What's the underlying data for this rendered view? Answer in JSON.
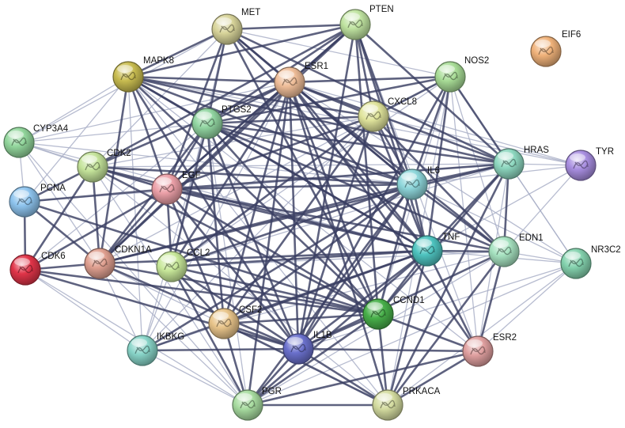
{
  "colors": {
    "background": "#ffffff",
    "label": "#111111",
    "edge_strong": "#3a3f63",
    "edge_light": "#aab0c8",
    "edge_faint": "#cfd3e2"
  },
  "network": {
    "nodes": [
      {
        "id": "MET",
        "label": "MET",
        "color": "#d8d49a"
      },
      {
        "id": "PTEN",
        "label": "PTEN",
        "color": "#bfe3a0"
      },
      {
        "id": "EIF6",
        "label": "EIF6",
        "color": "#f0b27a"
      },
      {
        "id": "MAPK8",
        "label": "MAPK8",
        "color": "#c8bc50"
      },
      {
        "id": "ESR1",
        "label": "ESR1",
        "color": "#efbd98"
      },
      {
        "id": "NOS2",
        "label": "NOS2",
        "color": "#a8dc96"
      },
      {
        "id": "CXCL8",
        "label": "CXCL8",
        "color": "#e0e49c"
      },
      {
        "id": "PTGS2",
        "label": "PTGS2",
        "color": "#92d6a2"
      },
      {
        "id": "CYP3A4",
        "label": "CYP3A4",
        "color": "#92d69c"
      },
      {
        "id": "CDK2",
        "label": "CDK2",
        "color": "#c4e39a"
      },
      {
        "id": "HRAS",
        "label": "HRAS",
        "color": "#8ed8c0"
      },
      {
        "id": "TYR",
        "label": "TYR",
        "color": "#a88ee0"
      },
      {
        "id": "PCNA",
        "label": "PCNA",
        "color": "#8ec4ee"
      },
      {
        "id": "EGF",
        "label": "EGF",
        "color": "#eca0a8"
      },
      {
        "id": "IL6",
        "label": "IL6",
        "color": "#8ed6da"
      },
      {
        "id": "CDK6",
        "label": "CDK6",
        "color": "#e03448"
      },
      {
        "id": "CDKN1A",
        "label": "CDKN1A",
        "color": "#e0a090"
      },
      {
        "id": "CCL2",
        "label": "CCL2",
        "color": "#c8e89a"
      },
      {
        "id": "TNF",
        "label": "TNF",
        "color": "#4ec4c0"
      },
      {
        "id": "EDN1",
        "label": "EDN1",
        "color": "#a6e2c0"
      },
      {
        "id": "NR3C2",
        "label": "NR3C2",
        "color": "#84d2ae"
      },
      {
        "id": "CSF2",
        "label": "CSF2",
        "color": "#e8c48a"
      },
      {
        "id": "CCND1",
        "label": "CCND1",
        "color": "#48b04a"
      },
      {
        "id": "IKBKG",
        "label": "IKBKG",
        "color": "#88d4c8"
      },
      {
        "id": "IL1B",
        "label": "IL1B",
        "color": "#6a70cc"
      },
      {
        "id": "ESR2",
        "label": "ESR2",
        "color": "#e0a0a0"
      },
      {
        "id": "PGR",
        "label": "PGR",
        "color": "#a8dca0"
      },
      {
        "id": "PRKACA",
        "label": "PRKACA",
        "color": "#d4dca0"
      }
    ],
    "strong_edges": [
      [
        "MET",
        "MAPK8"
      ],
      [
        "MET",
        "ESR1"
      ],
      [
        "MET",
        "PTEN"
      ],
      [
        "MET",
        "EGF"
      ],
      [
        "MET",
        "HRAS"
      ],
      [
        "MET",
        "IL6"
      ],
      [
        "MET",
        "CCND1"
      ],
      [
        "MET",
        "PTGS2"
      ],
      [
        "MET",
        "TNF"
      ],
      [
        "PTEN",
        "ESR1"
      ],
      [
        "PTEN",
        "MAPK8"
      ],
      [
        "PTEN",
        "CDKN1A"
      ],
      [
        "PTEN",
        "CCND1"
      ],
      [
        "PTEN",
        "EGF"
      ],
      [
        "PTEN",
        "IL6"
      ],
      [
        "PTEN",
        "TNF"
      ],
      [
        "PTEN",
        "HRAS"
      ],
      [
        "PTEN",
        "PTGS2"
      ],
      [
        "PTEN",
        "CDK2"
      ],
      [
        "PTEN",
        "CXCL8"
      ],
      [
        "PTEN",
        "IL1B"
      ],
      [
        "MAPK8",
        "ESR1"
      ],
      [
        "MAPK8",
        "PTGS2"
      ],
      [
        "MAPK8",
        "EGF"
      ],
      [
        "MAPK8",
        "IL6"
      ],
      [
        "MAPK8",
        "TNF"
      ],
      [
        "MAPK8",
        "CCND1"
      ],
      [
        "MAPK8",
        "CDKN1A"
      ],
      [
        "MAPK8",
        "HRAS"
      ],
      [
        "MAPK8",
        "IL1B"
      ],
      [
        "MAPK8",
        "CXCL8"
      ],
      [
        "ESR1",
        "PTGS2"
      ],
      [
        "ESR1",
        "EGF"
      ],
      [
        "ESR1",
        "IL6"
      ],
      [
        "ESR1",
        "TNF"
      ],
      [
        "ESR1",
        "CCND1"
      ],
      [
        "ESR1",
        "CDKN1A"
      ],
      [
        "ESR1",
        "CDK2"
      ],
      [
        "ESR1",
        "HRAS"
      ],
      [
        "ESR1",
        "PGR"
      ],
      [
        "ESR1",
        "ESR2"
      ],
      [
        "ESR1",
        "IL1B"
      ],
      [
        "ESR1",
        "CXCL8"
      ],
      [
        "ESR1",
        "NOS2"
      ],
      [
        "ESR1",
        "CCL2"
      ],
      [
        "ESR1",
        "CSF2"
      ],
      [
        "ESR1",
        "PRKACA"
      ],
      [
        "ESR1",
        "EDN1"
      ],
      [
        "NOS2",
        "IL6"
      ],
      [
        "NOS2",
        "TNF"
      ],
      [
        "NOS2",
        "IL1B"
      ],
      [
        "NOS2",
        "PTGS2"
      ],
      [
        "NOS2",
        "CXCL8"
      ],
      [
        "NOS2",
        "HRAS"
      ],
      [
        "CXCL8",
        "IL6"
      ],
      [
        "CXCL8",
        "TNF"
      ],
      [
        "CXCL8",
        "IL1B"
      ],
      [
        "CXCL8",
        "PTGS2"
      ],
      [
        "CXCL8",
        "CCL2"
      ],
      [
        "CXCL8",
        "EGF"
      ],
      [
        "CXCL8",
        "CSF2"
      ],
      [
        "CXCL8",
        "EDN1"
      ],
      [
        "PTGS2",
        "IL6"
      ],
      [
        "PTGS2",
        "TNF"
      ],
      [
        "PTGS2",
        "IL1B"
      ],
      [
        "PTGS2",
        "EGF"
      ],
      [
        "PTGS2",
        "CCND1"
      ],
      [
        "PTGS2",
        "CDKN1A"
      ],
      [
        "PTGS2",
        "CCL2"
      ],
      [
        "PTGS2",
        "HRAS"
      ],
      [
        "PTGS2",
        "CSF2"
      ],
      [
        "PTGS2",
        "EDN1"
      ],
      [
        "CDK2",
        "CDK6"
      ],
      [
        "CDK2",
        "CDKN1A"
      ],
      [
        "CDK2",
        "CCND1"
      ],
      [
        "CDK2",
        "PCNA"
      ],
      [
        "CDK2",
        "EGF"
      ],
      [
        "CDK2",
        "IL6"
      ],
      [
        "CDK2",
        "TNF"
      ],
      [
        "PCNA",
        "CDK6"
      ],
      [
        "PCNA",
        "CDKN1A"
      ],
      [
        "PCNA",
        "CCND1"
      ],
      [
        "PCNA",
        "EGF"
      ],
      [
        "CDK6",
        "CDKN1A"
      ],
      [
        "CDK6",
        "CCND1"
      ],
      [
        "CDK6",
        "EGF"
      ],
      [
        "CDK6",
        "IL1B"
      ],
      [
        "CDKN1A",
        "CCND1"
      ],
      [
        "CDKN1A",
        "EGF"
      ],
      [
        "CDKN1A",
        "IL6"
      ],
      [
        "CDKN1A",
        "TNF"
      ],
      [
        "CDKN1A",
        "HRAS"
      ],
      [
        "CDKN1A",
        "IL1B"
      ],
      [
        "EGF",
        "IL6"
      ],
      [
        "EGF",
        "TNF"
      ],
      [
        "EGF",
        "CCND1"
      ],
      [
        "EGF",
        "IL1B"
      ],
      [
        "EGF",
        "HRAS"
      ],
      [
        "EGF",
        "CCL2"
      ],
      [
        "EGF",
        "CSF2"
      ],
      [
        "EGF",
        "EDN1"
      ],
      [
        "IL6",
        "TNF"
      ],
      [
        "IL6",
        "IL1B"
      ],
      [
        "IL6",
        "CCL2"
      ],
      [
        "IL6",
        "CSF2"
      ],
      [
        "IL6",
        "CCND1"
      ],
      [
        "IL6",
        "HRAS"
      ],
      [
        "IL6",
        "EDN1"
      ],
      [
        "IL6",
        "PGR"
      ],
      [
        "IL6",
        "IKBKG"
      ],
      [
        "TNF",
        "IL1B"
      ],
      [
        "TNF",
        "CCL2"
      ],
      [
        "TNF",
        "CSF2"
      ],
      [
        "TNF",
        "CCND1"
      ],
      [
        "TNF",
        "HRAS"
      ],
      [
        "TNF",
        "EDN1"
      ],
      [
        "TNF",
        "IKBKG"
      ],
      [
        "TNF",
        "ESR2"
      ],
      [
        "TNF",
        "PRKACA"
      ],
      [
        "TNF",
        "PGR"
      ],
      [
        "IL1B",
        "CCL2"
      ],
      [
        "IL1B",
        "CSF2"
      ],
      [
        "IL1B",
        "CCND1"
      ],
      [
        "IL1B",
        "IKBKG"
      ],
      [
        "IL1B",
        "PGR"
      ],
      [
        "IL1B",
        "PRKACA"
      ],
      [
        "IL1B",
        "ESR2"
      ],
      [
        "IL1B",
        "EDN1"
      ],
      [
        "CCL2",
        "CSF2"
      ],
      [
        "CCL2",
        "CCND1"
      ],
      [
        "CCL2",
        "PGR"
      ],
      [
        "CSF2",
        "PGR"
      ],
      [
        "CSF2",
        "CCND1"
      ],
      [
        "CSF2",
        "PRKACA"
      ],
      [
        "CCND1",
        "PRKACA"
      ],
      [
        "CCND1",
        "ESR2"
      ],
      [
        "CCND1",
        "HRAS"
      ],
      [
        "CCND1",
        "PGR"
      ],
      [
        "PGR",
        "PRKACA"
      ],
      [
        "PGR",
        "ESR2"
      ],
      [
        "PRKACA",
        "ESR2"
      ],
      [
        "HRAS",
        "EDN1"
      ],
      [
        "HRAS",
        "PRKACA"
      ],
      [
        "EDN1",
        "ESR2"
      ],
      [
        "EDN1",
        "PRKACA"
      ]
    ],
    "light_edges": [
      [
        "CYP3A4",
        "PCNA"
      ],
      [
        "CYP3A4",
        "CDK2"
      ],
      [
        "CYP3A4",
        "MAPK8"
      ],
      [
        "CYP3A4",
        "PTGS2"
      ],
      [
        "CYP3A4",
        "EGF"
      ],
      [
        "CYP3A4",
        "ESR1"
      ],
      [
        "CYP3A4",
        "IL6"
      ],
      [
        "CYP3A4",
        "TNF"
      ],
      [
        "CYP3A4",
        "CDKN1A"
      ],
      [
        "CYP3A4",
        "PGR"
      ],
      [
        "TYR",
        "HRAS"
      ],
      [
        "TYR",
        "IL6"
      ],
      [
        "TYR",
        "TNF"
      ],
      [
        "TYR",
        "EDN1"
      ],
      [
        "TYR",
        "ESR1"
      ],
      [
        "TYR",
        "MAPK8"
      ],
      [
        "TYR",
        "CXCL8"
      ],
      [
        "NR3C2",
        "TNF"
      ],
      [
        "NR3C2",
        "EDN1"
      ],
      [
        "NR3C2",
        "ESR1"
      ],
      [
        "NR3C2",
        "IL6"
      ],
      [
        "NR3C2",
        "PGR"
      ],
      [
        "NR3C2",
        "ESR2"
      ],
      [
        "NR3C2",
        "HRAS"
      ],
      [
        "NR3C2",
        "PRKACA"
      ],
      [
        "NR3C2",
        "NOS2"
      ],
      [
        "NR3C2",
        "IL1B"
      ],
      [
        "IKBKG",
        "CDK6"
      ],
      [
        "IKBKG",
        "PGR"
      ],
      [
        "IKBKG",
        "CCL2"
      ],
      [
        "IKBKG",
        "CSF2"
      ],
      [
        "IKBKG",
        "ESR1"
      ],
      [
        "IKBKG",
        "MAPK8"
      ],
      [
        "IKBKG",
        "PTGS2"
      ],
      [
        "IKBKG",
        "CXCL8"
      ],
      [
        "IKBKG",
        "CDKN1A"
      ],
      [
        "MET",
        "NOS2"
      ],
      [
        "MET",
        "CDK2"
      ],
      [
        "MET",
        "CCL2"
      ],
      [
        "MET",
        "CYP3A4"
      ],
      [
        "PGR",
        "CDK6"
      ],
      [
        "PGR",
        "CDKN1A"
      ],
      [
        "PGR",
        "PTGS2"
      ],
      [
        "PGR",
        "EDN1"
      ],
      [
        "PGR",
        "CDK2"
      ],
      [
        "PRKACA",
        "CDKN1A"
      ],
      [
        "PRKACA",
        "MAPK8"
      ],
      [
        "PRKACA",
        "NOS2"
      ],
      [
        "PRKACA",
        "CDK2"
      ],
      [
        "ESR2",
        "HRAS"
      ],
      [
        "ESR2",
        "PTEN"
      ],
      [
        "ESR2",
        "MAPK8"
      ],
      [
        "ESR2",
        "NOS2"
      ],
      [
        "NOS2",
        "CDKN1A"
      ],
      [
        "NOS2",
        "CCND1"
      ],
      [
        "NOS2",
        "EDN1"
      ],
      [
        "NOS2",
        "CCL2"
      ],
      [
        "HRAS",
        "CDK2"
      ],
      [
        "HRAS",
        "PCNA"
      ],
      [
        "HRAS",
        "CCL2"
      ],
      [
        "CDK6",
        "PTGS2"
      ],
      [
        "PCNA",
        "MAPK8"
      ],
      [
        "CXCL8",
        "CDK2"
      ],
      [
        "EDN1",
        "CCL2"
      ],
      [
        "EDN1",
        "CSF2"
      ]
    ]
  }
}
